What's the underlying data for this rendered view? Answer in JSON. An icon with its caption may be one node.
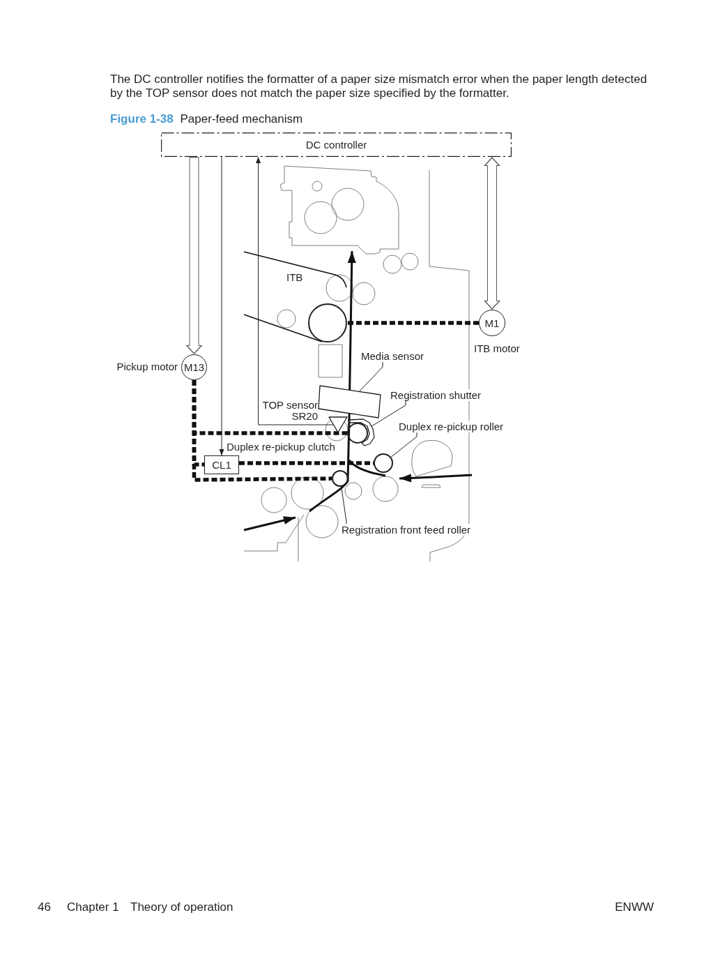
{
  "diagram": {
    "title": "**Figure 1-38** Paper-feed mechanism",
    "nodes": [
      {
        "text": [
          "DC controller"
        ]
      },
      {
        "text": [],
        "shape": "circle"
      },
      {
        "text": [
          "M1"
        ],
        "beside": [
          "ITB motor"
        ]
      },
      {
        "text": [
          "Media sensor"
        ]
      },
      {
        "text": [
          "M13"
        ],
        "beside": [
          "Pickup motor"
        ]
      },
      {
        "text": [],
        "shape": "box"
      },
      {
        "text": [
          "Registration shutter"
        ]
      },
      {
        "text": [],
        "shape": "triangle"
      },
      {
        "text": [],
        "shape": "polygon"
      },
      {
        "text": [],
        "shape": "circle"
      },
      {
        "text": [
          "Duplex re-pickup roller"
        ]
      },
      {
        "text": [
          "CL1"
        ],
        "beside": [
          "Duplex re-pickup clutch"
        ]
      },
      {
        "text": [],
        "shape": "circle"
      },
      {
        "text": [],
        "shape": "circle"
      },
      {
        "text": [
          "Registration front feed roller"
        ]
      }
    ],
    "edges": [
      {
        "from": 0,
        "to": 4,
        "arrow": "to",
        "style": "thick"
      },
      {
        "from": 0,
        "to": 11,
        "arrow": "to"
      },
      {
        "from": 7,
        "to": 0,
        "arrow": "to"
      },
      {
        "from": 0,
        "to": 2,
        "arrow": "both",
        "style": "thick"
      },
      {
        "from": 2,
        "to": 1,
        "arrow": "none",
        "style": "dashed"
      },
      {
        "from": 4,
        "to": 9,
        "arrow": "none",
        "style": "dashed"
      },
      {
        "from": 4,
        "to": 11,
        "arrow": "none",
        "style": "dashed"
      },
      {
        "from": 11,
        "to": 12,
        "arrow": "none",
        "style": "dashed"
      },
      {
        "from": 4,
        "to": 13,
        "arrow": "none",
        "style": "dashed"
      },
      {
        "from": 3,
        "to": 5,
        "arrow": "none"
      },
      {
        "from": 6,
        "to": 8,
        "arrow": "none"
      },
      {
        "from": 10,
        "to": 12,
        "arrow": "none"
      },
      {
        "from": 14,
        "to": 13,
        "arrow": "none"
      }
    ],
    "labels": [
      "The DC controller notifies the formatter of a paper size mismatch error when the paper length detected by the TOP sensor does not match the paper size specified by the formatter.",
      "ITB",
      "TOP sensor SR20",
      "46",
      "Chapter 1",
      "Theory of operation",
      "ENWW"
    ]
  }
}
